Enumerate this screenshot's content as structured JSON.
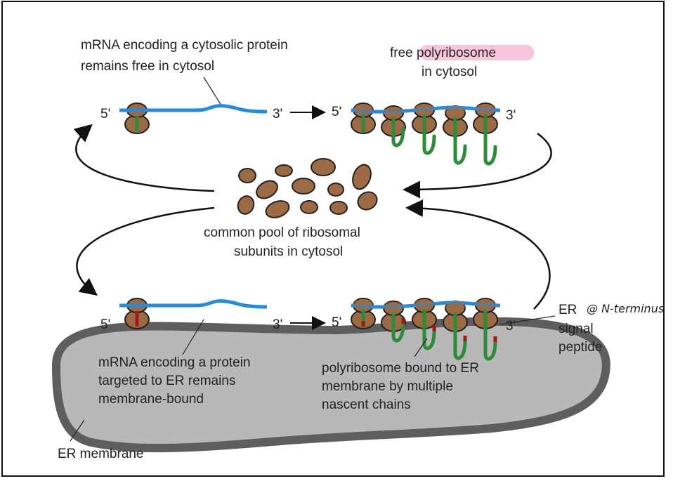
{
  "labels": {
    "top_mrna_line1": "mRNA encoding a cytosolic protein",
    "top_mrna_line2": "remains free in cytosol",
    "free_poly_line1": "free polyribosome",
    "free_poly_line2": "in cytosol",
    "pool_line1": "common pool of ribosomal",
    "pool_line2": "subunits in cytosol",
    "er_mrna_line1": "mRNA encoding a protein",
    "er_mrna_line2": "targeted to ER remains",
    "er_mrna_line3": "membrane-bound",
    "bound_poly_line1": "polyribosome bound to ER",
    "bound_poly_line2": "membrane by multiple",
    "bound_poly_line3": "nascent chains",
    "er_membrane": "ER membrane",
    "signal_line1": "ER",
    "signal_line2": "signal",
    "signal_line3": "peptide",
    "handwritten_note": "@ N-terminus",
    "five_prime": "5'",
    "three_prime": "3'"
  },
  "colors": {
    "mrna": "#2a8ad8",
    "ribosome": "#9c6a45",
    "nascent_chain": "#2e8b3a",
    "signal_peptide": "#a01818",
    "er_lumen": "#b8b8b8",
    "er_membrane": "#5e5e5e",
    "highlight": "#f7c6dc"
  }
}
